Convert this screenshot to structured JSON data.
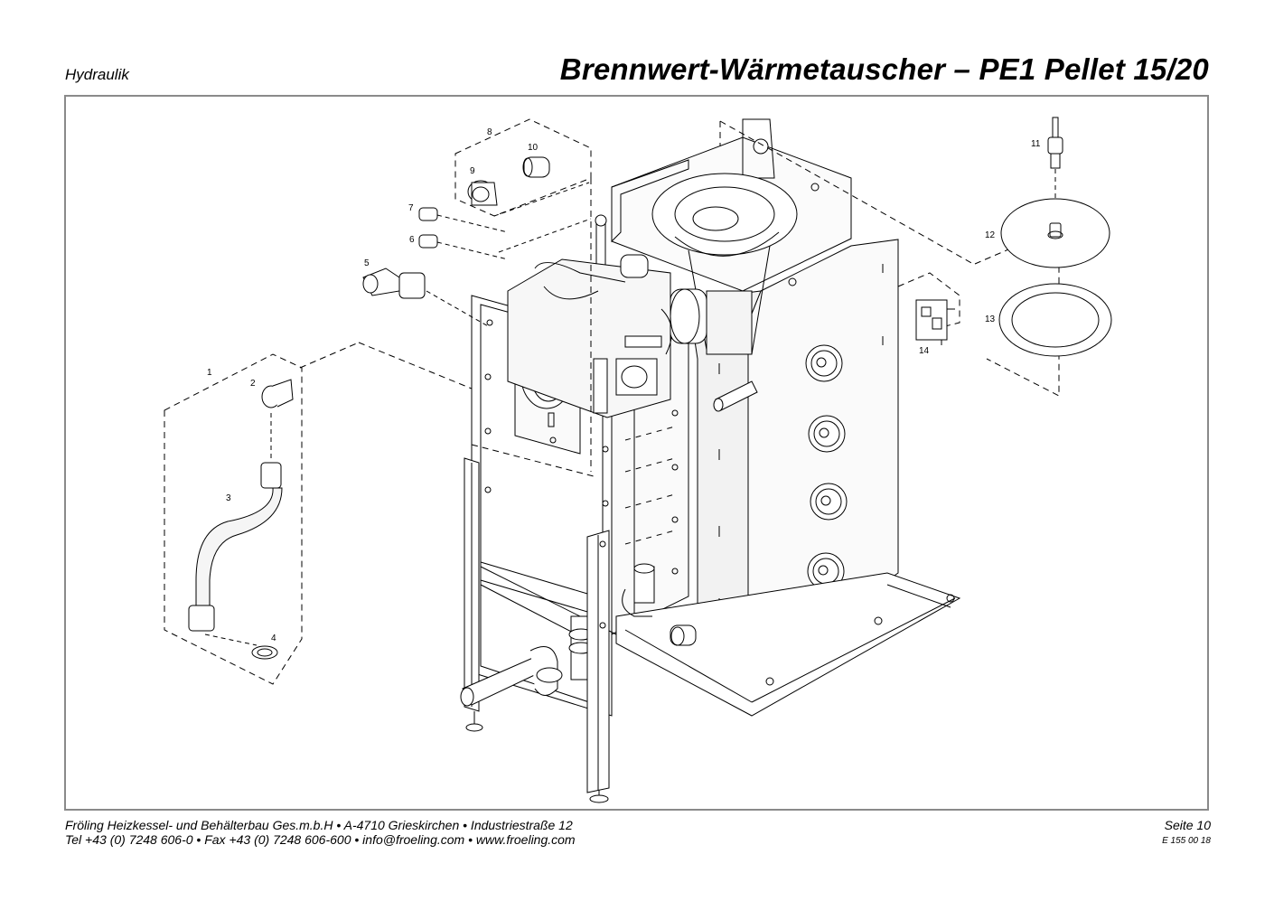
{
  "header": {
    "section": "Hydraulik",
    "title": "Brennwert-Wärmetauscher – PE1 Pellet 15/20"
  },
  "diagram": {
    "callouts": [
      "1",
      "2",
      "3",
      "4",
      "5",
      "6",
      "7",
      "8",
      "9",
      "10",
      "11",
      "12",
      "13",
      "14"
    ]
  },
  "footer": {
    "line1": "Fröling Heizkessel- und Behälterbau Ges.m.b.H   •   A-4710 Grieskirchen   •   Industriestraße 12",
    "line2": "Tel +43 (0) 7248 606-0   •   Fax +43 (0) 7248 606-600   •   info@froeling.com   •   www.froeling.com",
    "page": "Seite 10",
    "code": "E 155 00 18"
  }
}
